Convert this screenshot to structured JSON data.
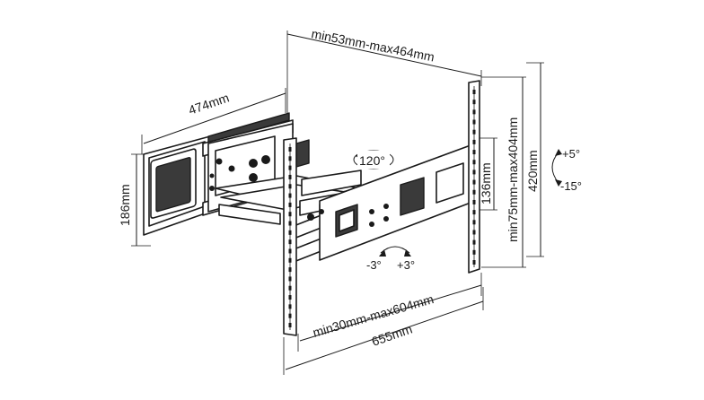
{
  "dimensions": {
    "depth_range": "min53mm-max464mm",
    "arm_length": "474mm",
    "wall_plate_height": "186mm",
    "tv_plate_inner_height": "136mm",
    "vesa_vertical": "min75mm-max404mm",
    "tv_plate_height": "420mm",
    "vesa_horizontal": "min30mm-max604mm",
    "tv_plate_width": "655mm"
  },
  "adjustments": {
    "swivel": "120°",
    "tilt_up": "+5°",
    "tilt_down": "-15°",
    "rotate_left": "-3°",
    "rotate_right": "+3°"
  }
}
